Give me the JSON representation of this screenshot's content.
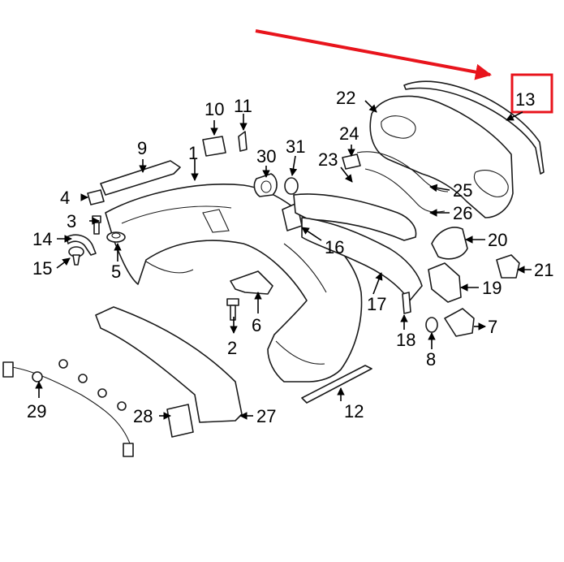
{
  "callouts": {
    "c1": "1",
    "c2": "2",
    "c3": "3",
    "c4": "4",
    "c5": "5",
    "c6": "6",
    "c7": "7",
    "c8": "8",
    "c9": "9",
    "c10": "10",
    "c11": "11",
    "c12": "12",
    "c13": "13",
    "c14": "14",
    "c15": "15",
    "c16": "16",
    "c17": "17",
    "c18": "18",
    "c19": "19",
    "c20": "20",
    "c21": "21",
    "c22": "22",
    "c23": "23",
    "c24": "24",
    "c25": "25",
    "c26": "26",
    "c27": "27",
    "c28": "28",
    "c29": "29",
    "c31": "31"
  },
  "highlight": {
    "label": "13",
    "color": "#e8141c"
  },
  "colors": {
    "line": "#1a1a1a",
    "background": "#ffffff",
    "highlight": "#e8141c"
  }
}
